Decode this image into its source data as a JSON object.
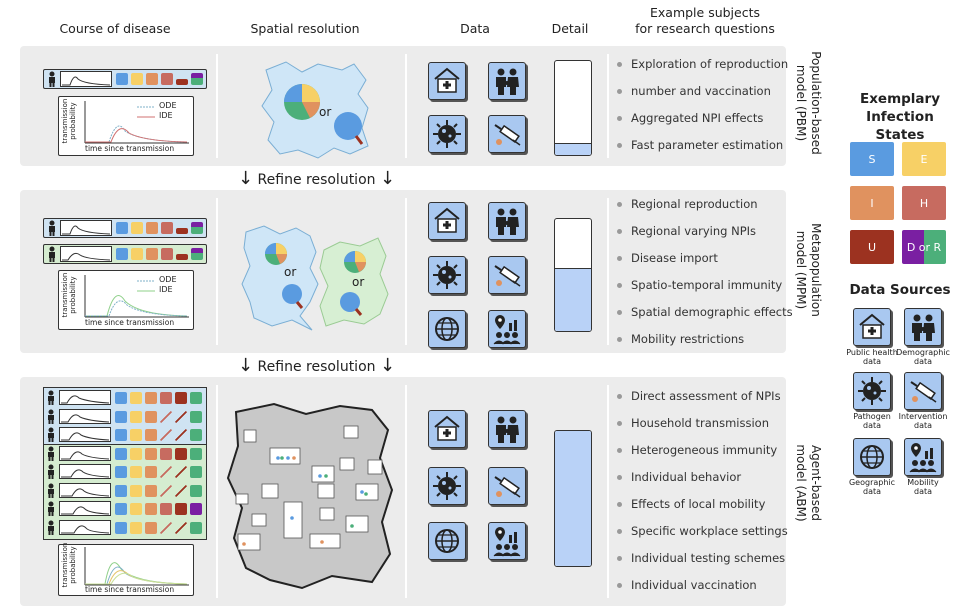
{
  "headers": {
    "course": "Course of disease",
    "spatial": "Spatial resolution",
    "data": "Data",
    "detail": "Detail",
    "examples": "Example subjects\nfor research questions"
  },
  "refine_label": "Refine resolution",
  "or_label": "or",
  "plot": {
    "ylabel": "transmission\nprobability",
    "xlabel": "time since transmission",
    "legend_ode": "ODE",
    "legend_ide": "IDE"
  },
  "models": {
    "pbm": {
      "name": "Population-based\nmodel (PBM)",
      "detail_fill": 0.12,
      "bullets": [
        "Exploration of reproduction",
        "number and vaccination",
        "Aggregated NPI effects",
        "Fast parameter estimation"
      ]
    },
    "mpm": {
      "name": "Metapopulation\nmodel (MPM)",
      "detail_fill": 0.55,
      "bullets": [
        "Regional reproduction",
        "Regional varying NPIs",
        "Disease import",
        "Spatio-temporal immunity",
        "Spatial demographic effects",
        "Mobility restrictions"
      ]
    },
    "abm": {
      "name": "Agent-based\nmodel (ABM)",
      "detail_fill": 1.0,
      "bullets": [
        "Direct assessment of NPIs",
        "Household transmission",
        "Heterogeneous immunity",
        "Individual behavior",
        "Effects of local mobility",
        "Specific workplace settings",
        "Individual testing schemes",
        "Individual vaccination"
      ]
    }
  },
  "legend": {
    "states_title": "Exemplary\nInfection States",
    "states": [
      {
        "label": "S",
        "color": "#5a9be0"
      },
      {
        "label": "E",
        "color": "#f7d066"
      },
      {
        "label": "I",
        "color": "#e0925f"
      },
      {
        "label": "H",
        "color": "#c76b60"
      },
      {
        "label": "U",
        "color": "#9c3220"
      },
      {
        "label": "D or R",
        "color": "#7a1fa2"
      }
    ],
    "sources_title": "Data Sources",
    "sources": [
      {
        "label": "Public health\ndata",
        "icon": "public-health-icon"
      },
      {
        "label": "Demographic\ndata",
        "icon": "demographic-icon"
      },
      {
        "label": "Pathogen\ndata",
        "icon": "pathogen-icon"
      },
      {
        "label": "Intervention\ndata",
        "icon": "intervention-icon"
      },
      {
        "label": "Geographic\ndata",
        "icon": "geographic-icon"
      },
      {
        "label": "Mobility\ndata",
        "icon": "mobility-icon"
      }
    ]
  },
  "colors": {
    "S": "#5a9be0",
    "E": "#f7d066",
    "I": "#e0925f",
    "H": "#c76b60",
    "U": "#9c3220",
    "D": "#7a1fa2",
    "R": "#4caf7a",
    "panel": "#ececec",
    "icon_bg": "#a9c8f0",
    "detail_fill": "#b9d2f7",
    "map_blue": "#cfe6f7",
    "map_green": "#d7efd3"
  }
}
